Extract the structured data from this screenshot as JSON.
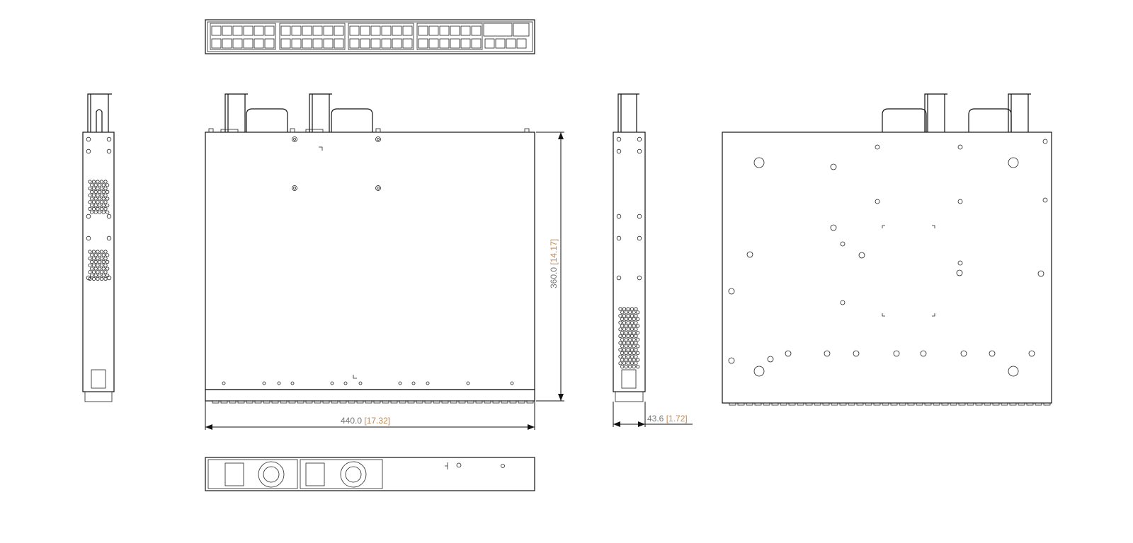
{
  "dimensions": {
    "width": {
      "value": "440.0",
      "inch": "[17.32]"
    },
    "depth": {
      "value": "360.0",
      "inch": "[14.17]"
    },
    "height": {
      "value": "43.6",
      "inch": "[1.72]"
    }
  },
  "colors": {
    "line": "#111111",
    "dim_text": "#777777",
    "dim_inch": "#c88a4a"
  }
}
